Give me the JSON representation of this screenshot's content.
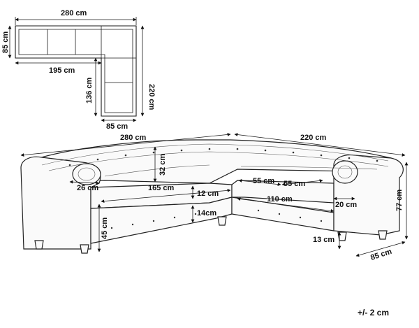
{
  "top_view": {
    "width_top": "280 cm",
    "depth_left": "85 cm",
    "inner_length": "195 cm",
    "right_length": "220 cm",
    "inner_right": "136 cm",
    "bottom_depth": "85 cm"
  },
  "front_view": {
    "left_length": "280 cm",
    "right_length": "220 cm",
    "back_height": "32 cm",
    "arm_width": "26 cm",
    "seat_length_left": "165 cm",
    "seat_thickness": "12 cm",
    "seat_a": "55 cm",
    "seat_b": "55 cm",
    "seat_length_right": "110 cm",
    "arm_width_right": "20 cm",
    "skirt_height": "14cm",
    "seat_height": "45 cm",
    "leg_height": "13 cm",
    "total_height": "77 cm",
    "depth": "85 cm"
  },
  "tolerance": "+/- 2 cm"
}
